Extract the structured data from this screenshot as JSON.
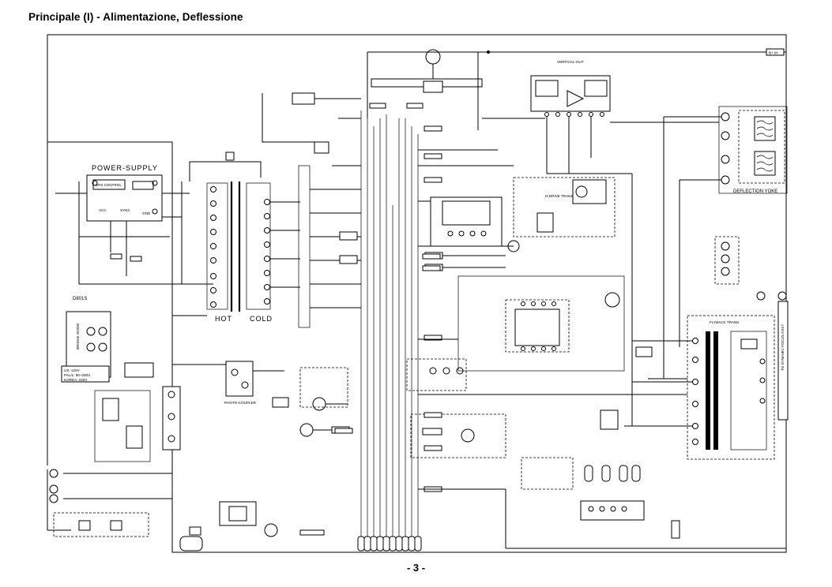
{
  "page": {
    "title": "Principale (I) - Alimentazione, Deflessione",
    "number": "- 3 -"
  },
  "labels": {
    "power_supply": "POWER-SUPPLY",
    "hot": "HOT",
    "cold": "COLD",
    "vertical_out": "VERTICAL-OUT",
    "flyback_trans": "FLYBACK TRANS",
    "deflection_yoke": "DEFLECTION YOKE",
    "photo_coupler": "PHOTO-COUPLER",
    "h_drive_trans": "H-DRIVE TRANS",
    "to_dynamic_focus_assy": "TO DYNAMIC FOCUS ASSY",
    "voltage_note_1": "US: 120V",
    "voltage_note_2": "PAL/L: 90~260V",
    "voltage_note_3": "KOREA: 220V",
    "bridge_diode": "BRIDGE DIODE",
    "d801": "D801S"
  }
}
